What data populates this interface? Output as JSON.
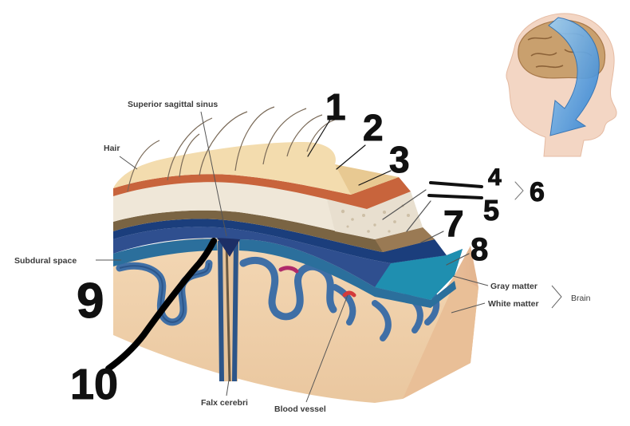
{
  "labels": {
    "superior_sagittal_sinus": "Superior sagittal sinus",
    "hair": "Hair",
    "subdural_space": "Subdural space",
    "gray_matter": "Gray matter",
    "white_matter": "White matter",
    "brain": "Brain",
    "falx_cerebri": "Falx cerebri",
    "blood_vessel": "Blood vessel"
  },
  "handwritten_numbers": {
    "n1": "1",
    "n2": "2",
    "n3": "3",
    "n4": "4",
    "n5": "5",
    "n6": "6",
    "n7": "7",
    "n8": "8",
    "n9": "9",
    "n10": "10"
  },
  "colors": {
    "scalp_top": "#f3dcae",
    "dermis": "#c8643c",
    "bone": "#efe7d8",
    "dura": "#6e5a3a",
    "arachnoid": "#2f4f8f",
    "pia": "#1a7fa5",
    "gray_matter": "#2b6f9c",
    "white_matter": "#f2d3b0",
    "arrow": "#3b8fd8"
  }
}
